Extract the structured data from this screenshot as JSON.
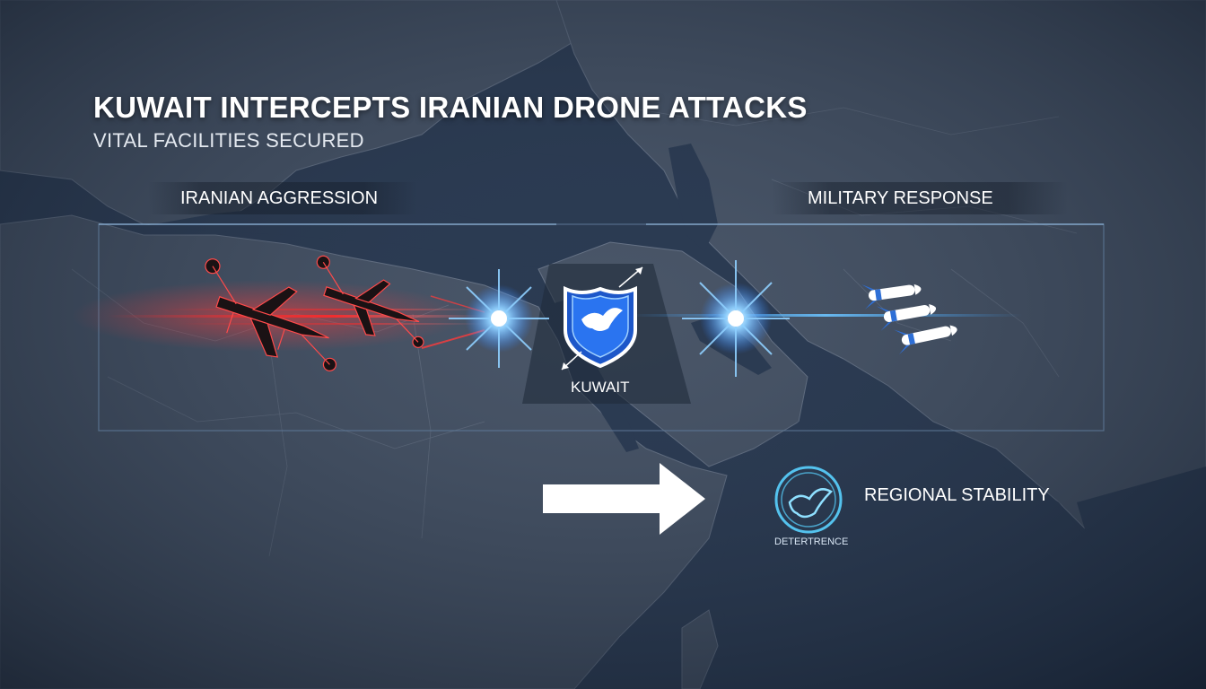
{
  "headline": "KUWAIT INTERCEPTS IRANIAN DRONE ATTACKS",
  "subheadline": "VITAL FACILITIES SECURED",
  "left_section_label": "IRANIAN AGGRESSION",
  "right_section_label": "MILITARY RESPONSE",
  "center_emblem_label": "KUWAIT",
  "outcome_label": "REGIONAL STABILITY",
  "outcome_badge_caption": "DETERTRENCE",
  "icons": {
    "drones": "attack-drone-icon",
    "center": "shield-dove-icon",
    "missiles": "missile-icon",
    "outcome": "dove-badge-icon",
    "flow": "right-arrow-icon"
  },
  "colors": {
    "background": "#2c3a4d",
    "threat_red": "#ff2a2a",
    "intercept_blue": "#3aa0ff",
    "accent_cyan": "#59d2ff",
    "text_white": "#ffffff"
  }
}
